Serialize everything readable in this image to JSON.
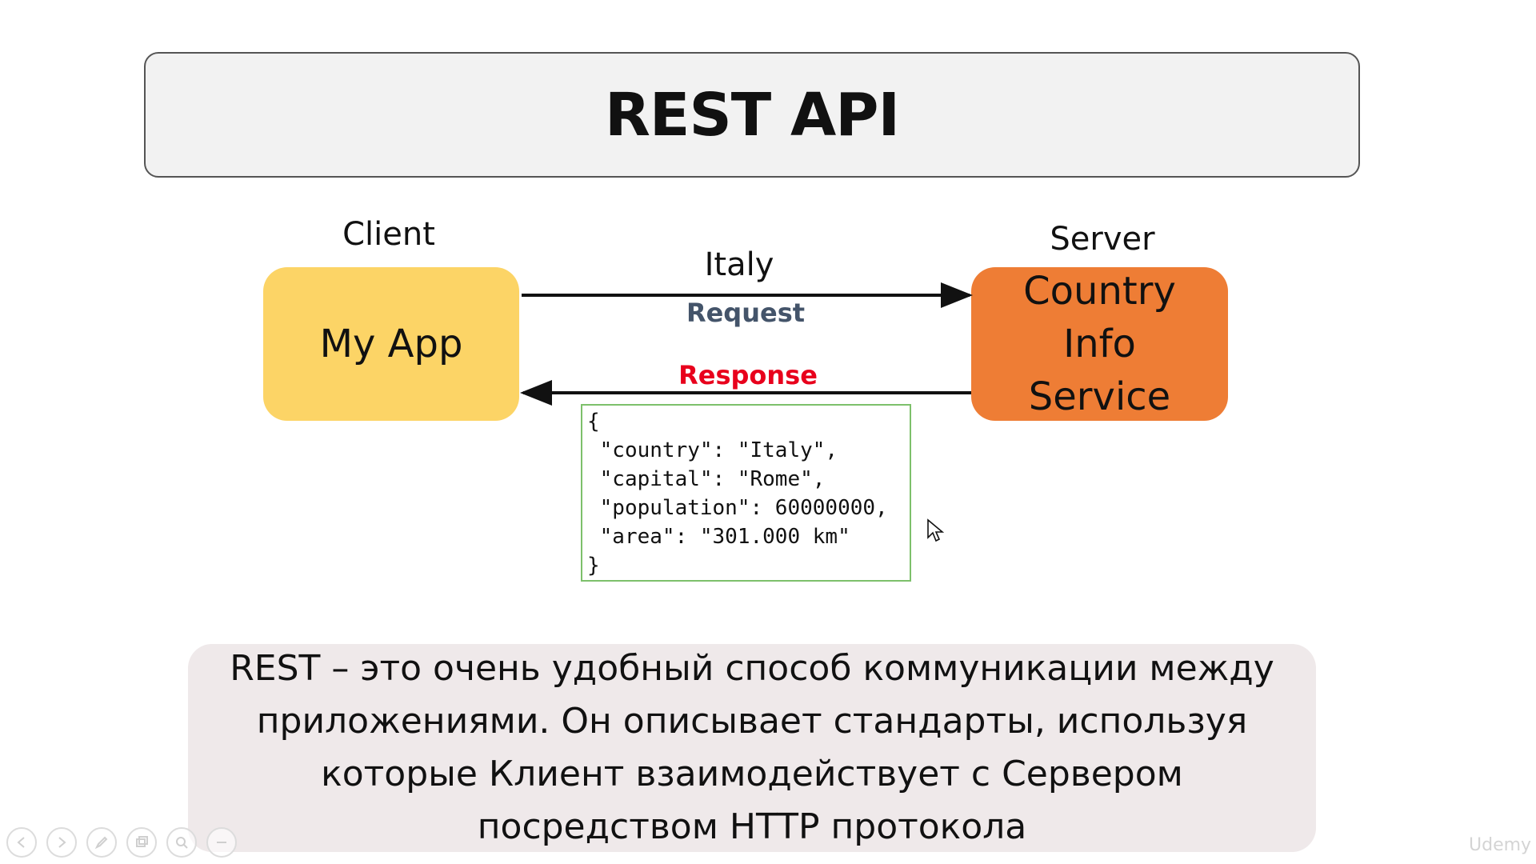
{
  "title": "REST API",
  "client": {
    "label": "Client",
    "box_text": "My App"
  },
  "server": {
    "label": "Server",
    "box_lines": [
      "Country",
      "Info",
      "Service"
    ]
  },
  "request": {
    "payload": "Italy",
    "label": "Request"
  },
  "response": {
    "label": "Response",
    "json_lines": [
      "{",
      " \"country\": \"Italy\",",
      " \"capital\": \"Rome\",",
      " \"population\": 60000000,",
      " \"area\": \"301.000 km\"",
      "}"
    ]
  },
  "caption_lines": [
    "REST – это очень удобный способ коммуникации между",
    "приложениями. Он описывает стандарты, используя",
    "которые Клиент взаимодействует с Сервером",
    "посредством HTTP протокола"
  ],
  "controls": [
    "previous-icon",
    "next-icon",
    "pen-icon",
    "slides-icon",
    "zoom-icon",
    "more-icon"
  ],
  "watermark": "Udemy",
  "colors": {
    "client_box": "#fcd466",
    "server_box": "#ee7d35",
    "request_label": "#44546a",
    "response_label": "#e8001c",
    "json_border": "#7dc06b",
    "caption_bg": "#efe9ea"
  }
}
